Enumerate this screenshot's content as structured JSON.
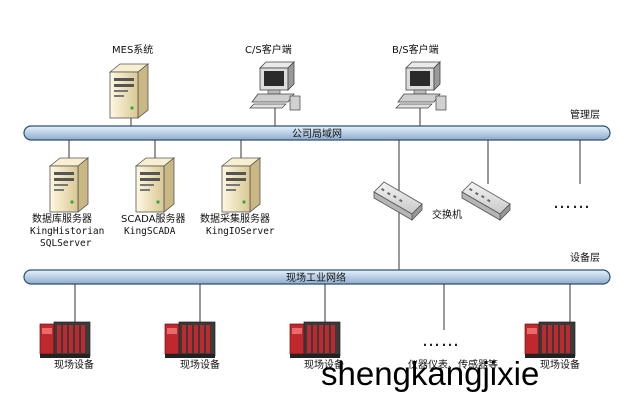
{
  "layers": {
    "management": "管理层",
    "device": "设备层"
  },
  "buses": {
    "lan": "公司局域网",
    "fieldbus": "现场工业网络"
  },
  "top_nodes": {
    "mes": "MES系统",
    "cs_client": "C/S客户端",
    "bs_client": "B/S客户端"
  },
  "servers": {
    "db": {
      "line1": "数据库服务器",
      "line2": "KingHistorian",
      "line3": "SQLServer"
    },
    "scada": {
      "line1": "SCADA服务器",
      "line2": "KingSCADA"
    },
    "collect": {
      "line1": "数据采集服务器",
      "line2": "KingIOServer"
    }
  },
  "switch_label": "交换机",
  "ellipsis": "……",
  "field_devices": {
    "d1": "现场设备",
    "d2": "现场设备",
    "d3": "现场设备",
    "d4": "仪器仪表、传感器等",
    "d5": "现场设备"
  },
  "watermark": "shengkangjixie",
  "colors": {
    "bus_fill": "#b8d0e8",
    "bus_stroke": "#2f4f74",
    "plc_red": "#c0282d",
    "server_beige": "#efe3c2"
  }
}
